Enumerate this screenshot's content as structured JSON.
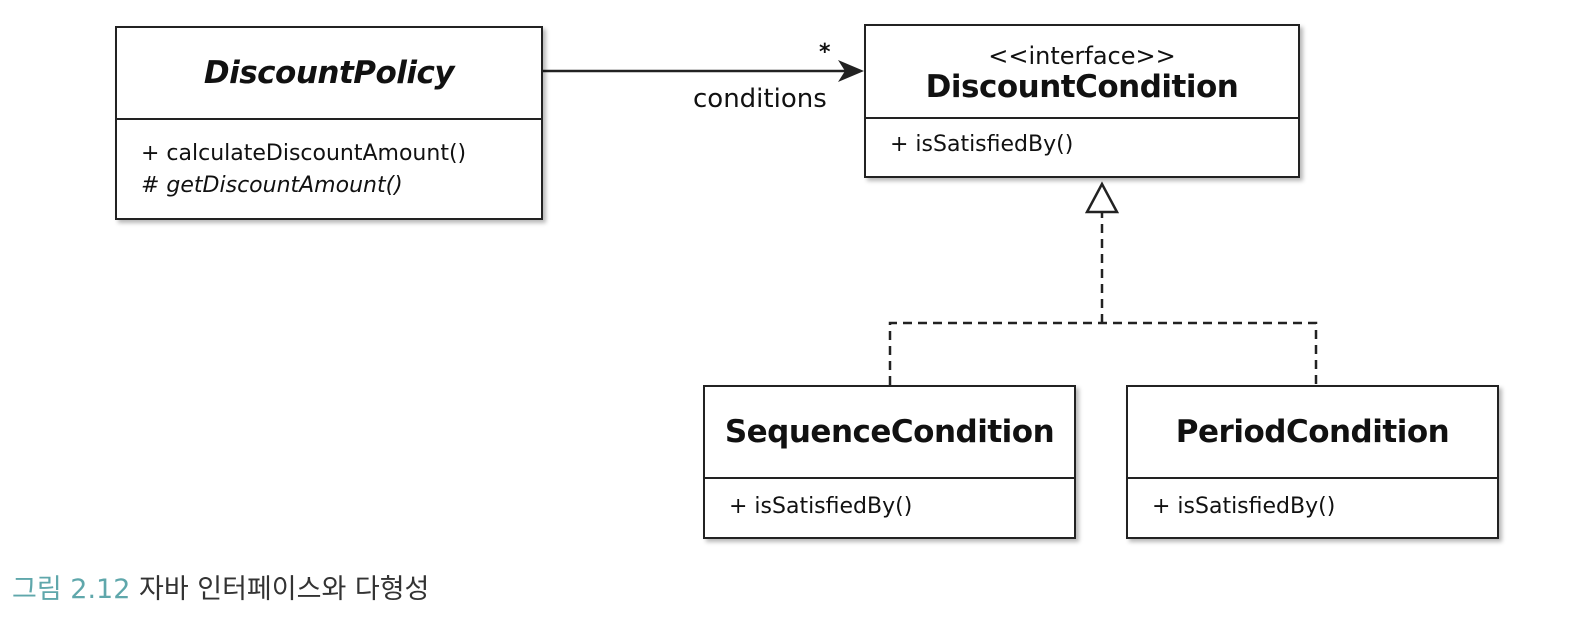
{
  "classes": {
    "discount_policy": {
      "name": "DiscountPolicy",
      "operations": [
        "+ calculateDiscountAmount()",
        "# getDiscountAmount()"
      ]
    },
    "discount_condition": {
      "stereotype": "<<interface>>",
      "name": "DiscountCondition",
      "operations": [
        "+ isSatisfiedBy()"
      ]
    },
    "sequence_condition": {
      "name": "SequenceCondition",
      "operations": [
        "+ isSatisfiedBy()"
      ]
    },
    "period_condition": {
      "name": "PeriodCondition",
      "operations": [
        "+ isSatisfiedBy()"
      ]
    }
  },
  "association": {
    "role": "conditions",
    "multiplicity": "*"
  },
  "caption": {
    "number": "그림 2.12",
    "text": "자바 인터페이스와 다형성"
  },
  "colors": {
    "caption_accent": "#5fa7ab",
    "line": "#222222"
  }
}
